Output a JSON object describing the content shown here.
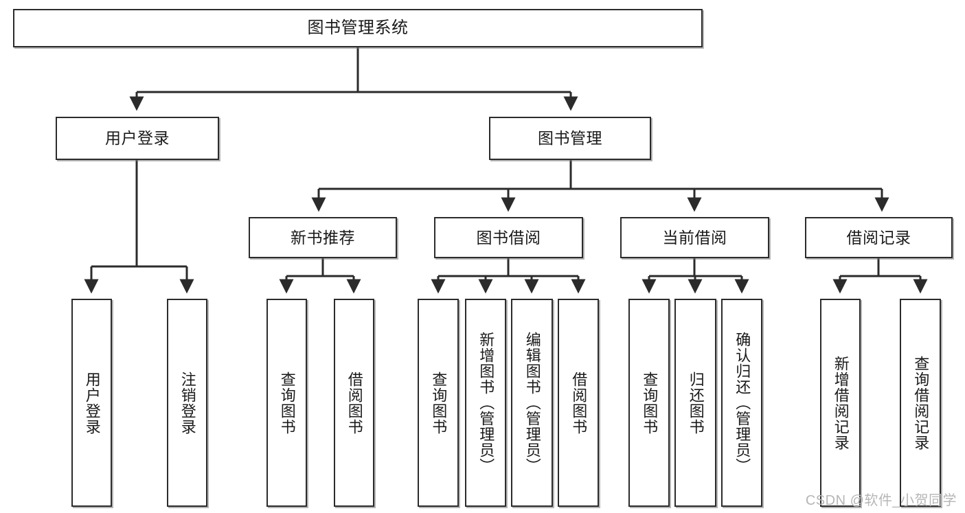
{
  "diagram": {
    "title": "图书管理系统",
    "type": "tree-hierarchy",
    "watermark": "CSDN @软件_小贺同学",
    "colors": {
      "stroke": "#2b2b2b",
      "fill": "#ffffff",
      "text": "#1a1a1a",
      "watermark": "#b6b6b6"
    },
    "nodes": {
      "root": {
        "label": "图书管理系统"
      },
      "level2": [
        {
          "id": "user-login",
          "label": "用户登录"
        },
        {
          "id": "book-manage",
          "label": "图书管理"
        }
      ],
      "level3": [
        {
          "id": "new-book-recommend",
          "label": "新书推荐"
        },
        {
          "id": "book-borrow",
          "label": "图书借阅"
        },
        {
          "id": "current-borrow",
          "label": "当前借阅"
        },
        {
          "id": "borrow-record",
          "label": "借阅记录"
        }
      ],
      "leaves": {
        "user-login": [
          {
            "id": "leaf-user-login",
            "label": "用户登录"
          },
          {
            "id": "leaf-user-logout",
            "label": "注销登录"
          }
        ],
        "new-book-recommend": [
          {
            "id": "leaf-query-book-1",
            "label": "查询图书"
          },
          {
            "id": "leaf-borrow-book-1",
            "label": "借阅图书"
          }
        ],
        "book-borrow": [
          {
            "id": "leaf-query-book-2",
            "label": "查询图书"
          },
          {
            "id": "leaf-add-book",
            "label": "新增图书（管理员）"
          },
          {
            "id": "leaf-edit-book",
            "label": "编辑图书（管理员）"
          },
          {
            "id": "leaf-borrow-book-2",
            "label": "借阅图书"
          }
        ],
        "current-borrow": [
          {
            "id": "leaf-query-book-3",
            "label": "查询图书"
          },
          {
            "id": "leaf-return-book",
            "label": "归还图书"
          },
          {
            "id": "leaf-confirm-return",
            "label": "确认归还（管理员）"
          }
        ],
        "borrow-record": [
          {
            "id": "leaf-add-record",
            "label": "新增借阅记录"
          },
          {
            "id": "leaf-query-record",
            "label": "查询借阅记录"
          }
        ]
      }
    }
  }
}
